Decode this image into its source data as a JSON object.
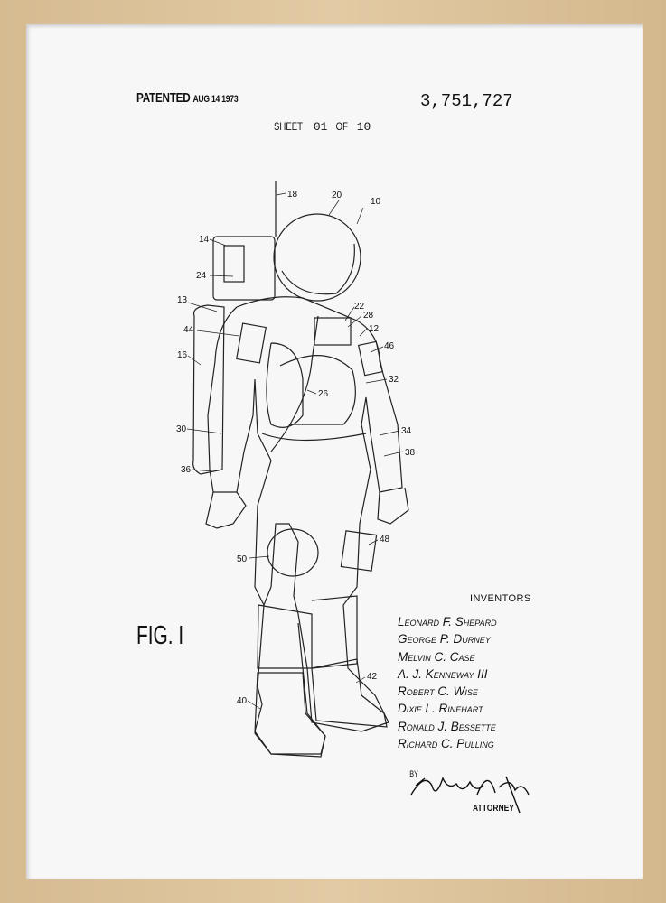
{
  "header": {
    "patented_label": "PATENTED",
    "patented_date": "AUG 14 1973",
    "patent_number": "3,751,727",
    "sheet_label": "SHEET",
    "sheet_number": "01",
    "sheet_of": "OF",
    "sheet_total": "10"
  },
  "figure": {
    "label": "FIG. I",
    "subject-icon": "astronaut-spacesuit-drawing",
    "callouts": [
      "18",
      "20",
      "10",
      "14",
      "24",
      "13",
      "44",
      "16",
      "22",
      "28",
      "12",
      "46",
      "32",
      "26",
      "30",
      "34",
      "38",
      "36",
      "50",
      "48",
      "42",
      "40"
    ]
  },
  "inventors": {
    "heading": "INVENTORS",
    "names": [
      "Leonard F. Shepard",
      "George P. Durney",
      "Melvin C. Case",
      "A. J. Kenneway III",
      "Robert C. Wise",
      "Dixie L. Rinehart",
      "Ronald J. Bessette",
      "Richard C. Pulling"
    ]
  },
  "signature": {
    "by_label": "BY",
    "signature_text": "Michael A. Tilley",
    "role": "ATTORNEY"
  },
  "colors": {
    "frame": "#d9bf96",
    "paper": "#f7f7f7",
    "ink": "#111111"
  }
}
